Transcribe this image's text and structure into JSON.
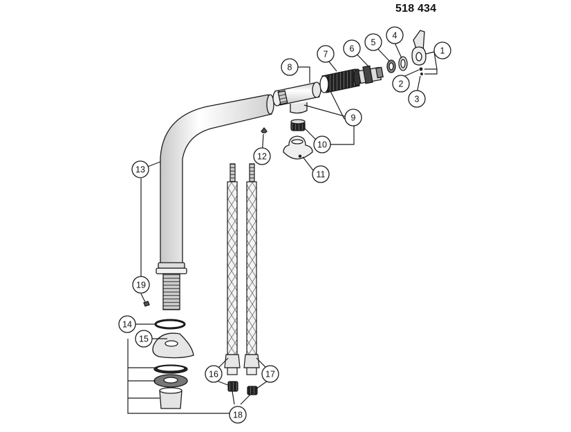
{
  "document": {
    "part_number": "518 434"
  },
  "callouts": [
    "1",
    "2",
    "3",
    "4",
    "5",
    "6",
    "7",
    "8",
    "9",
    "10",
    "11",
    "12",
    "13",
    "14",
    "15",
    "16",
    "17",
    "18",
    "19"
  ],
  "colors": {
    "line": "#1a1a1a",
    "fill": "#ffffff",
    "shade": "#bfbfbf",
    "dark": "#2a2a2a"
  }
}
